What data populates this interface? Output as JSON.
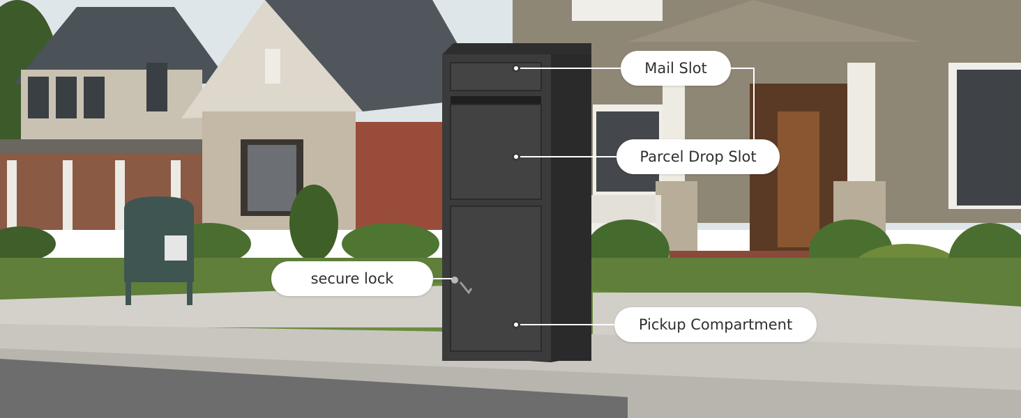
{
  "callouts": {
    "mail_slot": "Mail Slot",
    "parcel_drop_slot": "Parcel Drop Slot",
    "secure_lock": "secure lock",
    "pickup_compartment": "Pickup Compartment"
  },
  "colors": {
    "sky": "#dfe6ea",
    "lawn": "#5f7f3a",
    "sidewalk": "#c9c6c0",
    "road": "#6d6d6d",
    "mailbox_body": "#3b3b3b",
    "callout_bg": "#ffffff",
    "callout_text": "#2f2f2f"
  }
}
